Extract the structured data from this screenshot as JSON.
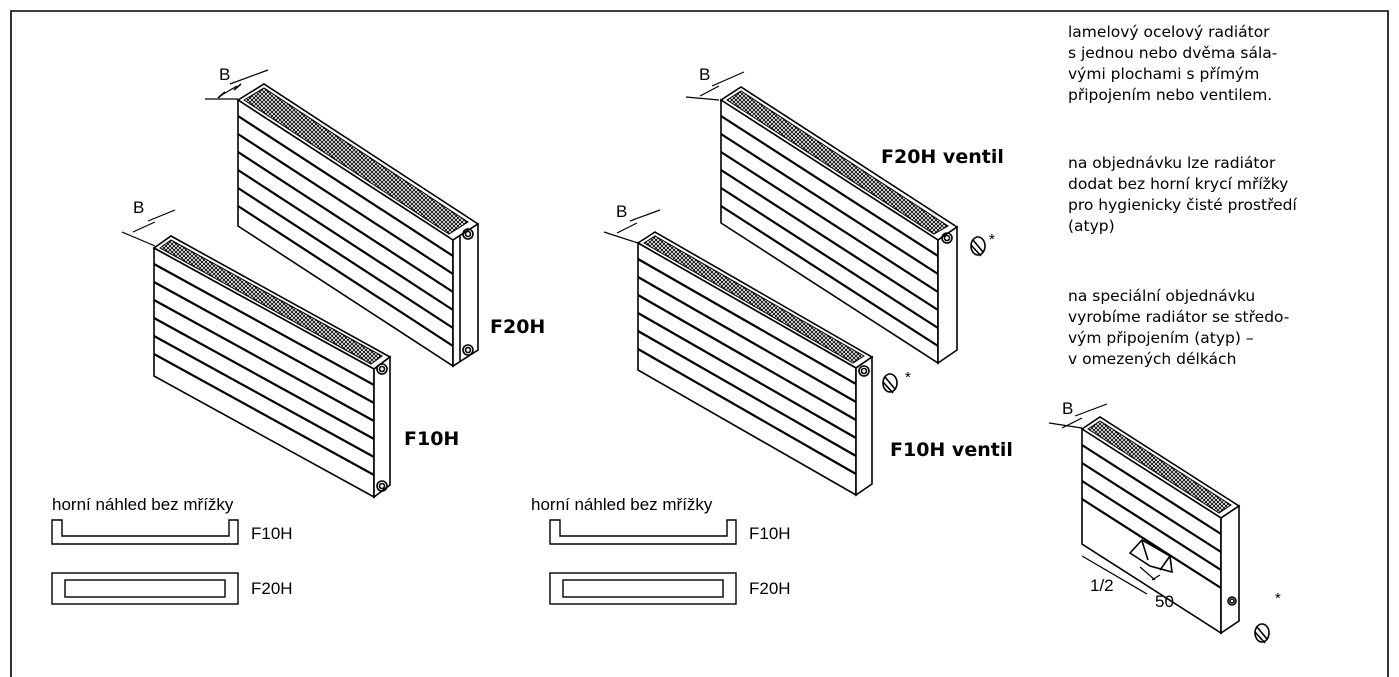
{
  "labels": {
    "b": "B",
    "f20h": "F20H",
    "f10h": "F10H",
    "f20h_ventil": "F20H ventil",
    "f10h_ventil": "F10H ventil",
    "star": "*",
    "half": "1/2",
    "fifty": "50"
  },
  "sections": {
    "left_title": "horní náhled bez mřížky",
    "right_title": "horní náhled bez mřížky",
    "f10h": "F10H",
    "f20h": "F20H"
  },
  "notes": [
    [
      "lamelový ocelový radiátor",
      "s jednou nebo dvěma sála-",
      "vými plochami s přímým",
      "připojením nebo ventilem."
    ],
    [
      "na objednávku lze radiátor",
      "dodat bez horní krycí mřížky",
      "pro hygienicky čisté prostředí",
      "(atyp)"
    ],
    [
      "na speciální objednávku",
      "vyrobíme radiátor se středo-",
      "vým připojením (atyp) –",
      "v omezených délkách"
    ]
  ]
}
